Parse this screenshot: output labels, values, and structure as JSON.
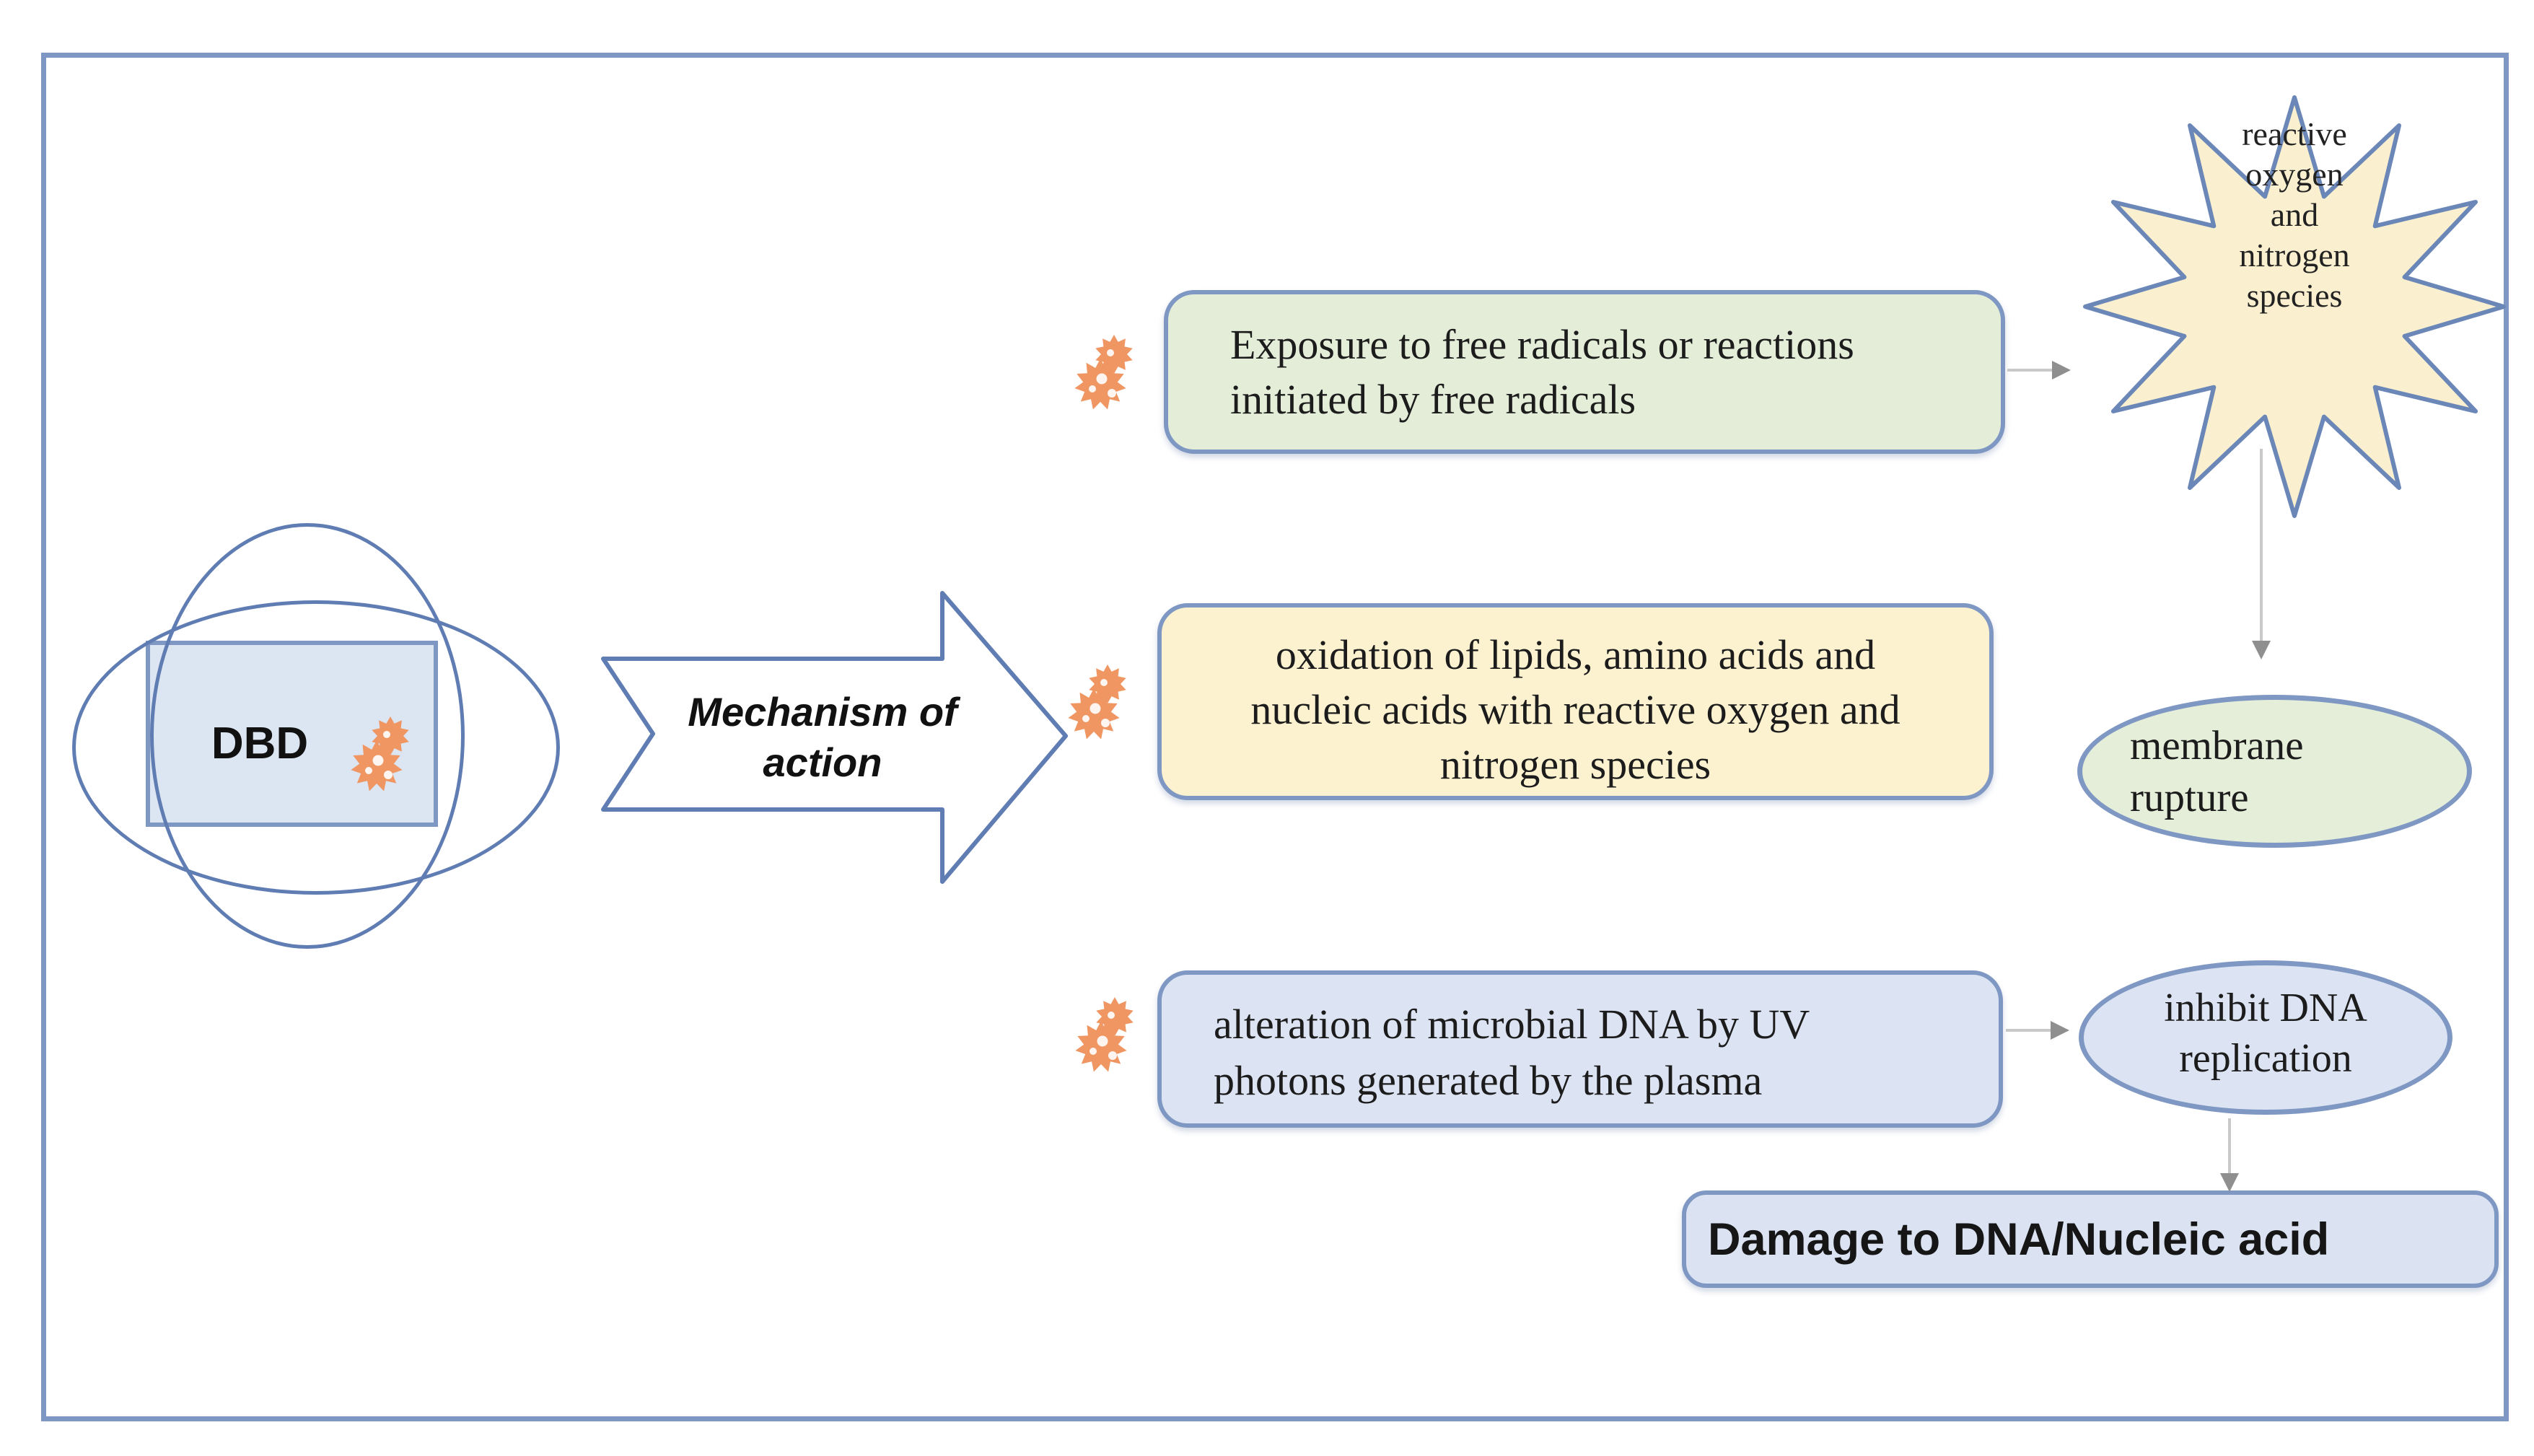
{
  "colors": {
    "frame_border": "#7e97c3",
    "shape_outline_blue": "#5f7db3",
    "light_blue_fill": "#dce5f2",
    "light_green_fill": "#e3edd8",
    "cream_fill": "#fdf2d0",
    "burst_fill": "#faf0cf",
    "virus_orange": "#ef9663",
    "connector_gray": "#c9c9c9"
  },
  "icons": {
    "virus": "spiky-virus-particle (double orange starburst)"
  },
  "dbd": {
    "label": "DBD"
  },
  "mechanism_arrow": {
    "line1": "Mechanism of",
    "line2": "action"
  },
  "free_radicals_box": {
    "line1": "Exposure to free radicals or reactions",
    "line2": "initiated by free radicals"
  },
  "oxidation_box": {
    "line1": "oxidation of lipids, amino acids and",
    "line2": "nucleic acids with reactive oxygen and",
    "line3": "nitrogen species"
  },
  "uv_box": {
    "line1": "alteration of microbial DNA by UV",
    "line2": "photons generated by the plasma"
  },
  "rons_burst": {
    "line1": "reactive",
    "line2": "oxygen",
    "line3": "and",
    "line4": "nitrogen",
    "line5": "species"
  },
  "membrane_ellipse": {
    "line1": "membrane",
    "line2": "rupture"
  },
  "inhibit_ellipse": {
    "line1": "inhibit DNA",
    "line2": "replication"
  },
  "damage_box": {
    "label": "Damage to DNA/Nucleic acid"
  }
}
